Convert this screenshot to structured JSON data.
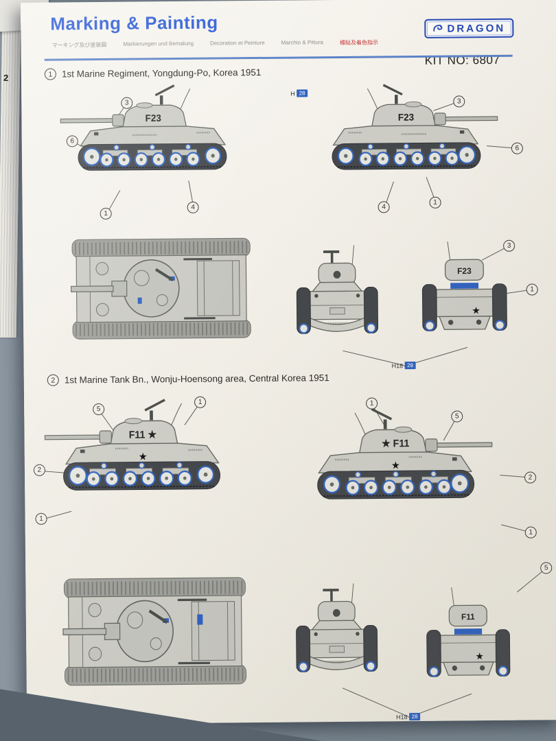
{
  "photo": {
    "stack_page_number": "2"
  },
  "header": {
    "title": "Marking & Painting",
    "subtitle_jp": "マーキング及び塗装図",
    "subtitle_de": "Markierungen und Bemalung",
    "subtitle_fr": "Decoration et Peinture",
    "subtitle_it": "Marchio & Pittura",
    "subtitle_zh": "標貼及着色指示",
    "brand": "DRAGON",
    "kit_no": "KIT NO: 6807"
  },
  "paint_chips": {
    "top": {
      "label": "H",
      "code": "28"
    },
    "section1_bottom": {
      "label": "H18",
      "code": "28"
    },
    "section2_bottom": {
      "label": "H18",
      "code": "28"
    }
  },
  "sections": [
    {
      "number": "1",
      "title": "1st Marine Regiment, Yongdung-Po, Korea 1951",
      "turret_marking_left": "F23",
      "turret_marking_right": "F23",
      "rear_marking": "F23",
      "side_star": "",
      "rear_star": "★",
      "callouts": {
        "side_left": [
          "3",
          "6",
          "1",
          "4"
        ],
        "side_right": [
          "3",
          "6",
          "4",
          "1"
        ],
        "rear": [
          "3",
          "1"
        ]
      }
    },
    {
      "number": "2",
      "title": "1st Marine Tank Bn., Wonju-Hoensong area, Central Korea 1951",
      "turret_marking_left": "F11 ★",
      "turret_marking_right": "★ F11",
      "rear_marking": "F11",
      "side_star": "★",
      "rear_star": "★",
      "callouts": {
        "side_left": [
          "5",
          "1",
          "2",
          "1"
        ],
        "side_right": [
          "1",
          "5",
          "2",
          "1"
        ],
        "rear": [
          "5"
        ]
      }
    }
  ]
}
